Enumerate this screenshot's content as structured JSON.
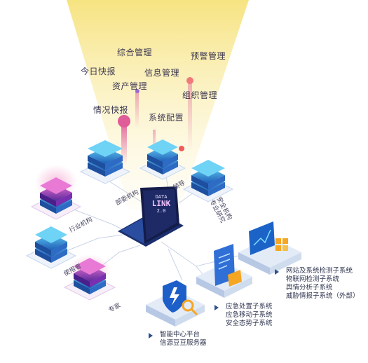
{
  "fan_labels": {
    "comprehensive": "综合管理",
    "warning": "预警管理",
    "daily_report": "今日快报",
    "info": "信息管理",
    "asset": "资产管理",
    "org": "组织管理",
    "situation": "情况快报",
    "config": "系统配置"
  },
  "nodes": {
    "ministry": "部委机构",
    "leader": "领导",
    "industry_org": "行业机构",
    "security_org": "安全机构",
    "security_org_line2": "专业研究",
    "user": "使用者",
    "expert": "专家"
  },
  "laptop_screen": {
    "line1": "DATA",
    "line2": "LINK",
    "line3": "2.0"
  },
  "systems": {
    "group1": [
      "网站及系统检测子系统",
      "物联网检测子系统",
      "舆情分析子系统",
      "威胁情报子系统（外部）"
    ],
    "group2": [
      "应急处置子系统",
      "应急移动子系统",
      "安全态势子系统"
    ],
    "group3": [
      "智能中心平台",
      "信源豆豆服务器"
    ]
  },
  "colors": {
    "fan": "#f6e27a",
    "platform_blue": "#2a7fd6",
    "platform_light": "#5fc9f0",
    "platform_purple": "#b33aa9",
    "accent_pink": "#e05c98",
    "accent_orange": "#f5a623",
    "text": "#3a3550"
  }
}
